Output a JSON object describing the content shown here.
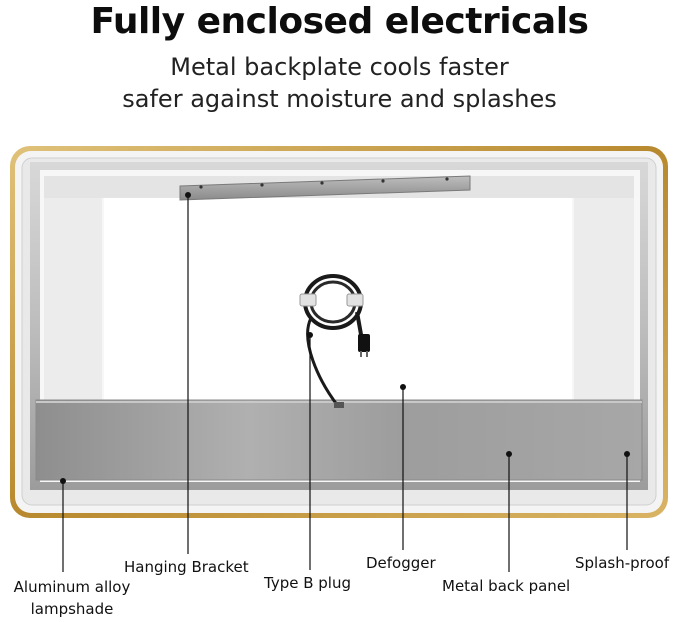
{
  "heading": {
    "title": "Fully enclosed electricals",
    "subtitle_line1": "Metal backplate cools faster",
    "subtitle_line2": "safer against moisture and splashes"
  },
  "callouts": {
    "aluminum_line1": "Aluminum alloy",
    "aluminum_line2": "lampshade",
    "hanging_bracket": "Hanging Bracket",
    "type_b_plug": "Type B plug",
    "defogger": "Defogger",
    "metal_back_panel": "Metal back panel",
    "splash_proof": "Splash-proof"
  },
  "colors": {
    "frame_gold": "#c9a14a",
    "panel_gray": "#9a9a9a",
    "text": "#111111"
  }
}
